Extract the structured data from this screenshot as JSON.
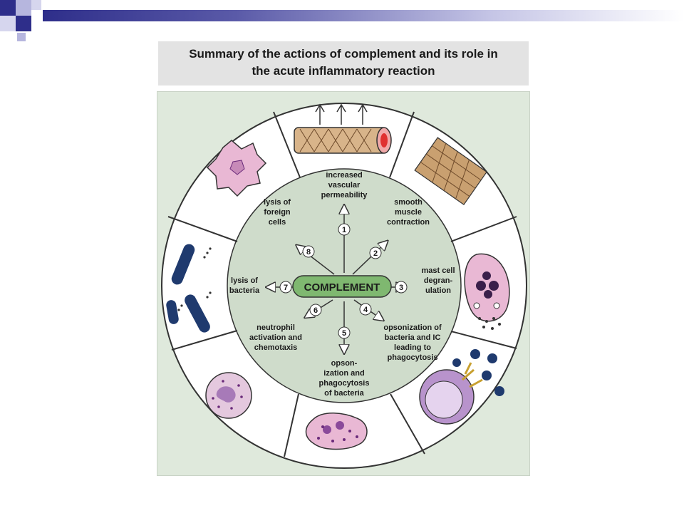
{
  "title": {
    "line1": "Summary of the actions of complement and its role in",
    "line2": "the acute inflammatory reaction"
  },
  "center": {
    "label": "COMPLEMENT"
  },
  "actions": [
    {
      "number": "1",
      "lines": [
        "increased",
        "vascular",
        "permeability"
      ]
    },
    {
      "number": "2",
      "lines": [
        "smooth",
        "muscle",
        "contraction"
      ]
    },
    {
      "number": "3",
      "lines": [
        "mast cell",
        "degran-",
        "ulation"
      ]
    },
    {
      "number": "4",
      "lines": [
        "opsonization of",
        "bacteria and IC",
        "leading to",
        "phagocytosis"
      ]
    },
    {
      "number": "5",
      "lines": [
        "opson-",
        "ization and",
        "phagocytosis",
        "of bacteria"
      ]
    },
    {
      "number": "6",
      "lines": [
        "neutrophil",
        "activation and",
        "chemotaxis"
      ]
    },
    {
      "number": "7",
      "lines": [
        "lysis of",
        "bacteria"
      ]
    },
    {
      "number": "8",
      "lines": [
        "lysis of",
        "foreign",
        "cells"
      ]
    }
  ],
  "colors": {
    "panel_bg": "#dfe9dc",
    "inner_circle": "#cfdccb",
    "outer_ring": "#ffffff",
    "complement_pill": "#7fb870",
    "bacteria": "#1f3a6e",
    "cell_pink": "#e9b8d4",
    "vessel": "#d8b48a",
    "corner_blue": "#2e2e8a",
    "corner_light": "#b6b6de"
  },
  "icons": [
    "vessel-icon",
    "smooth-muscle-icon",
    "mast-cell-icon",
    "phagocyte-bacteria-icon",
    "macrophage-icon",
    "neutrophil-icon",
    "bacteria-icon",
    "foreign-cell-icon"
  ]
}
